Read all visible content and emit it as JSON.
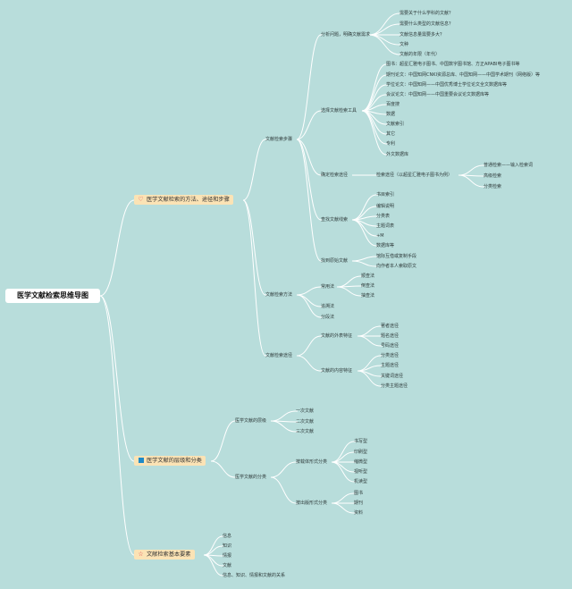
{
  "root": "医学文献检索思维导图",
  "branches": [
    {
      "label": "医学文献检索的方法、途径和步骤",
      "icon": "heart-icon",
      "children": [
        {
          "label": "文献检索步骤",
          "children": [
            {
              "label": "分析问题，明确文献需求",
              "children": [
                "需要关于什么学科的文献？",
                "需要什么类型的文献信息？",
                "文献信息量需要多大？",
                "文种",
                "文献的年限（年代）"
              ]
            },
            {
              "label": "选择文献检索工具",
              "children": [
                "图书：超星汇雅电子图书、中国数字图书馆、方正APABI电子图书等",
                "期刊论文：中国知网CNKI资源总库、中国知网——中国学术期刊（网络版）等",
                "学位论文：中国知网——中国优秀博士学位论文全文数据库等",
                "会议论文：中国知网——中国重要会议论文数据库等",
                "百度搜",
                "数据",
                "文献索引",
                "其它",
                "专利",
                "外文数据库"
              ]
            },
            {
              "label": "确定检索途径",
              "children": [
                {
                  "label": "检索途径（以超星汇雅电子图书为例）",
                  "children": [
                    "普通检索——输入检索词",
                    "高级检索",
                    "分类检索"
                  ]
                }
              ]
            },
            {
              "label": "查找文献线索",
              "children": [
                "书目索引",
                "编辑说明",
                "分类表",
                "主题词表",
                "+M",
                "数据库等"
              ]
            },
            {
              "label": "找到原始文献",
              "children": [
                "馆际互借或复制手段",
                "向作者本人索取原文"
              ]
            }
          ]
        },
        {
          "label": "文献检索方法",
          "children": [
            {
              "label": "常用法",
              "children": [
                "顺查法",
                "倒查法",
                "抽查法"
              ]
            },
            {
              "label": "追溯法",
              "children": []
            },
            {
              "label": "分段法",
              "children": []
            }
          ]
        },
        {
          "label": "文献检索途径",
          "children": [
            {
              "label": "文献的外表特征",
              "children": [
                "著者途径",
                "题名途径",
                "号码途径"
              ]
            },
            {
              "label": "文献的内容特征",
              "children": [
                "分类途径",
                "主题途径",
                "关键词途径",
                "分类主题途径"
              ]
            }
          ]
        }
      ]
    },
    {
      "label": "医学文献的层级和分类",
      "icon": "blue-square-icon",
      "children": [
        {
          "label": "医学文献的层级",
          "children": [
            "一次文献",
            "二次文献",
            "三次文献"
          ]
        },
        {
          "label": "医学文献的分类",
          "children": [
            {
              "label": "按载体形式分类",
              "children": [
                "书写型",
                "印刷型",
                "缩微型",
                "视听型",
                "机读型"
              ]
            },
            {
              "label": "按出版形式分类",
              "children": [
                "图书",
                "期刊",
                "资料"
              ]
            }
          ]
        }
      ]
    },
    {
      "label": "文献检索基本要素",
      "icon": "star-icon",
      "children": [
        "信息",
        "知识",
        "情报",
        "文献",
        "信息、知识、情报和文献的关系"
      ]
    }
  ]
}
